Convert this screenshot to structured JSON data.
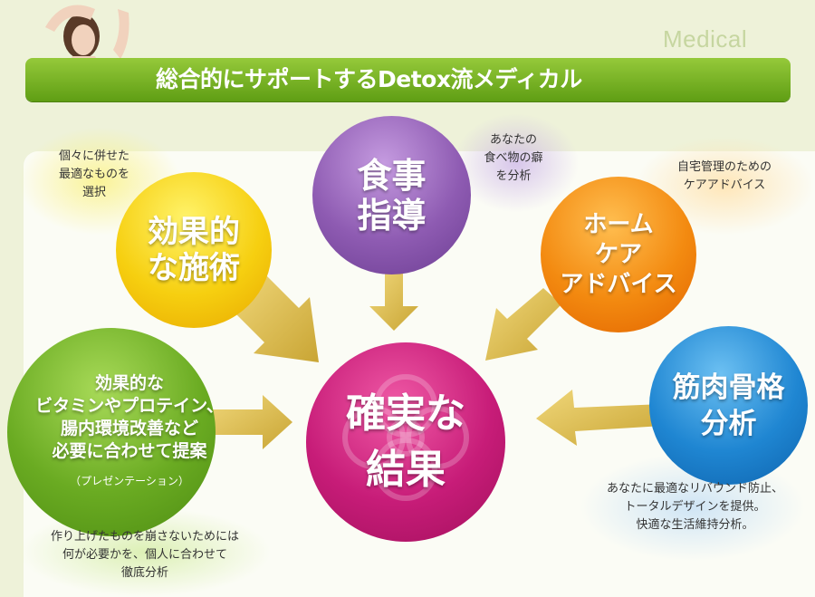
{
  "header": {
    "title": "総合的にサポートするDetox流メディカル",
    "watermark": "Medical"
  },
  "circles": {
    "center": {
      "line1": "確実な",
      "line2": "結果"
    },
    "treatment": {
      "line1": "効果的",
      "line2": "な施術"
    },
    "diet": {
      "line1": "食事",
      "line2": "指導"
    },
    "homecare": {
      "line1": "ホーム",
      "line2": "ケア",
      "line3": "アドバイス"
    },
    "muscle": {
      "line1": "筋肉骨格",
      "line2": "分析"
    },
    "supplement": {
      "line1": "効果的な",
      "line2": "ビタミンやプロテイン、",
      "line3": "腸内環境改善など",
      "line4": "必要に合わせて提案",
      "sub": "（プレゼンテーション）"
    }
  },
  "notes": {
    "treatment": [
      "個々に併せた",
      "最適なものを",
      "選択"
    ],
    "diet": [
      "あなたの",
      "食べ物の癖",
      "を分析"
    ],
    "homecare": [
      "自宅管理のための",
      "ケアアドバイス"
    ],
    "muscle": [
      "あなたに最適なリバウンド防止、",
      "トータルデザインを提供。",
      "快適な生活維持分析。"
    ],
    "supplement": [
      "作り上げたものを崩さないためには",
      "何が必要かを、個人に合わせて",
      "徹底分析"
    ]
  },
  "colors": {
    "green": "#6aab1e",
    "yellow": "#f5c400",
    "purple": "#8a55ad",
    "orange": "#f07a00",
    "blue": "#1479c8",
    "leaf": "#5fa31c",
    "magenta": "#c01a72",
    "arrow": "#d8b84a"
  }
}
